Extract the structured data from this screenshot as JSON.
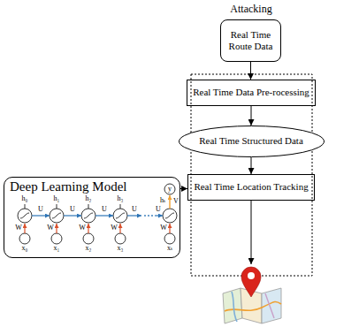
{
  "diagram": {
    "title": "Attacking",
    "nodes": [
      {
        "text": [
          "Real Time Route Data"
        ]
      },
      {
        "text": [
          "Real Time Data Pre-rocessing"
        ]
      },
      {
        "text": [
          "Real Time Structured Data"
        ]
      },
      {
        "text": [
          "Real Time Location Tracking"
        ]
      },
      {
        "text": [
          "Deep Learning Model"
        ]
      }
    ],
    "edges": [
      {
        "from": 0,
        "to": 1,
        "arrow": "to"
      },
      {
        "from": 1,
        "to": 2,
        "arrow": "to"
      },
      {
        "from": 2,
        "to": 3,
        "arrow": "to"
      },
      {
        "from": 4,
        "to": 3,
        "arrow": "to"
      }
    ],
    "labels": [
      "h₀",
      "h₁",
      "h₂",
      "h₃",
      "hₜ",
      "U",
      "U",
      "U",
      "U",
      "U",
      "W",
      "W",
      "W",
      "W",
      "W",
      "V",
      "y",
      "x₀",
      "x₁",
      "x₂",
      "x₃",
      "xₜ"
    ]
  }
}
